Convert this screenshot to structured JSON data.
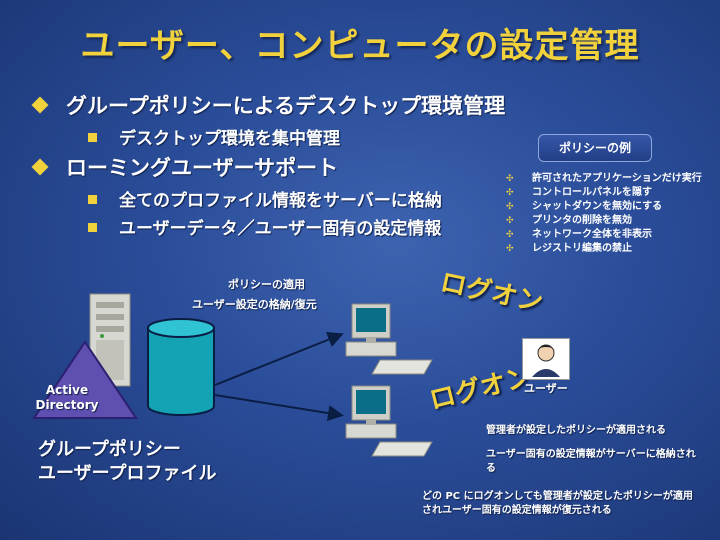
{
  "title": "ユーザー、コンピュータの設定管理",
  "bullets": [
    {
      "text": "グループポリシーによるデスクトップ環境管理",
      "sub": [
        "デスクトップ環境を集中管理"
      ]
    },
    {
      "text": "ローミングユーザーサポート",
      "sub": [
        "全てのプロファイル情報をサーバーに格納",
        "ユーザーデータ／ユーザー固有の設定情報"
      ]
    }
  ],
  "policy_box_label": "ポリシーの例",
  "policy_examples": [
    "許可されたアプリケーションだけ実行",
    "コントロールパネルを隠す",
    "シャットダウンを無効にする",
    "プリンタの削除を無効",
    "ネットワーク全体を非表示",
    "レジストリ編集の禁止"
  ],
  "diagram": {
    "apply_policy": "ポリシーの適用",
    "user_settings": "ユーザー設定の格納/復元",
    "logon_top": "ログオン",
    "logon_bottom": "ログオン",
    "ad_line1": "Active",
    "ad_line2": "Directory",
    "big_label_line1": "グループポリシー",
    "big_label_line2": "ユーザープロファイル",
    "user_label": "ユーザー",
    "note1": "管理者が設定したポリシーが適用される",
    "note2": "ユーザー固有の設定情報がサーバーに格納される",
    "note3": "どの PC にログオンしても管理者が設定したポリシーが適用されユーザー固有の設定情報が復元される"
  },
  "colors": {
    "accent": "#f2d23c",
    "background": "#2a4c98",
    "cylinder": "#14a3b5"
  }
}
